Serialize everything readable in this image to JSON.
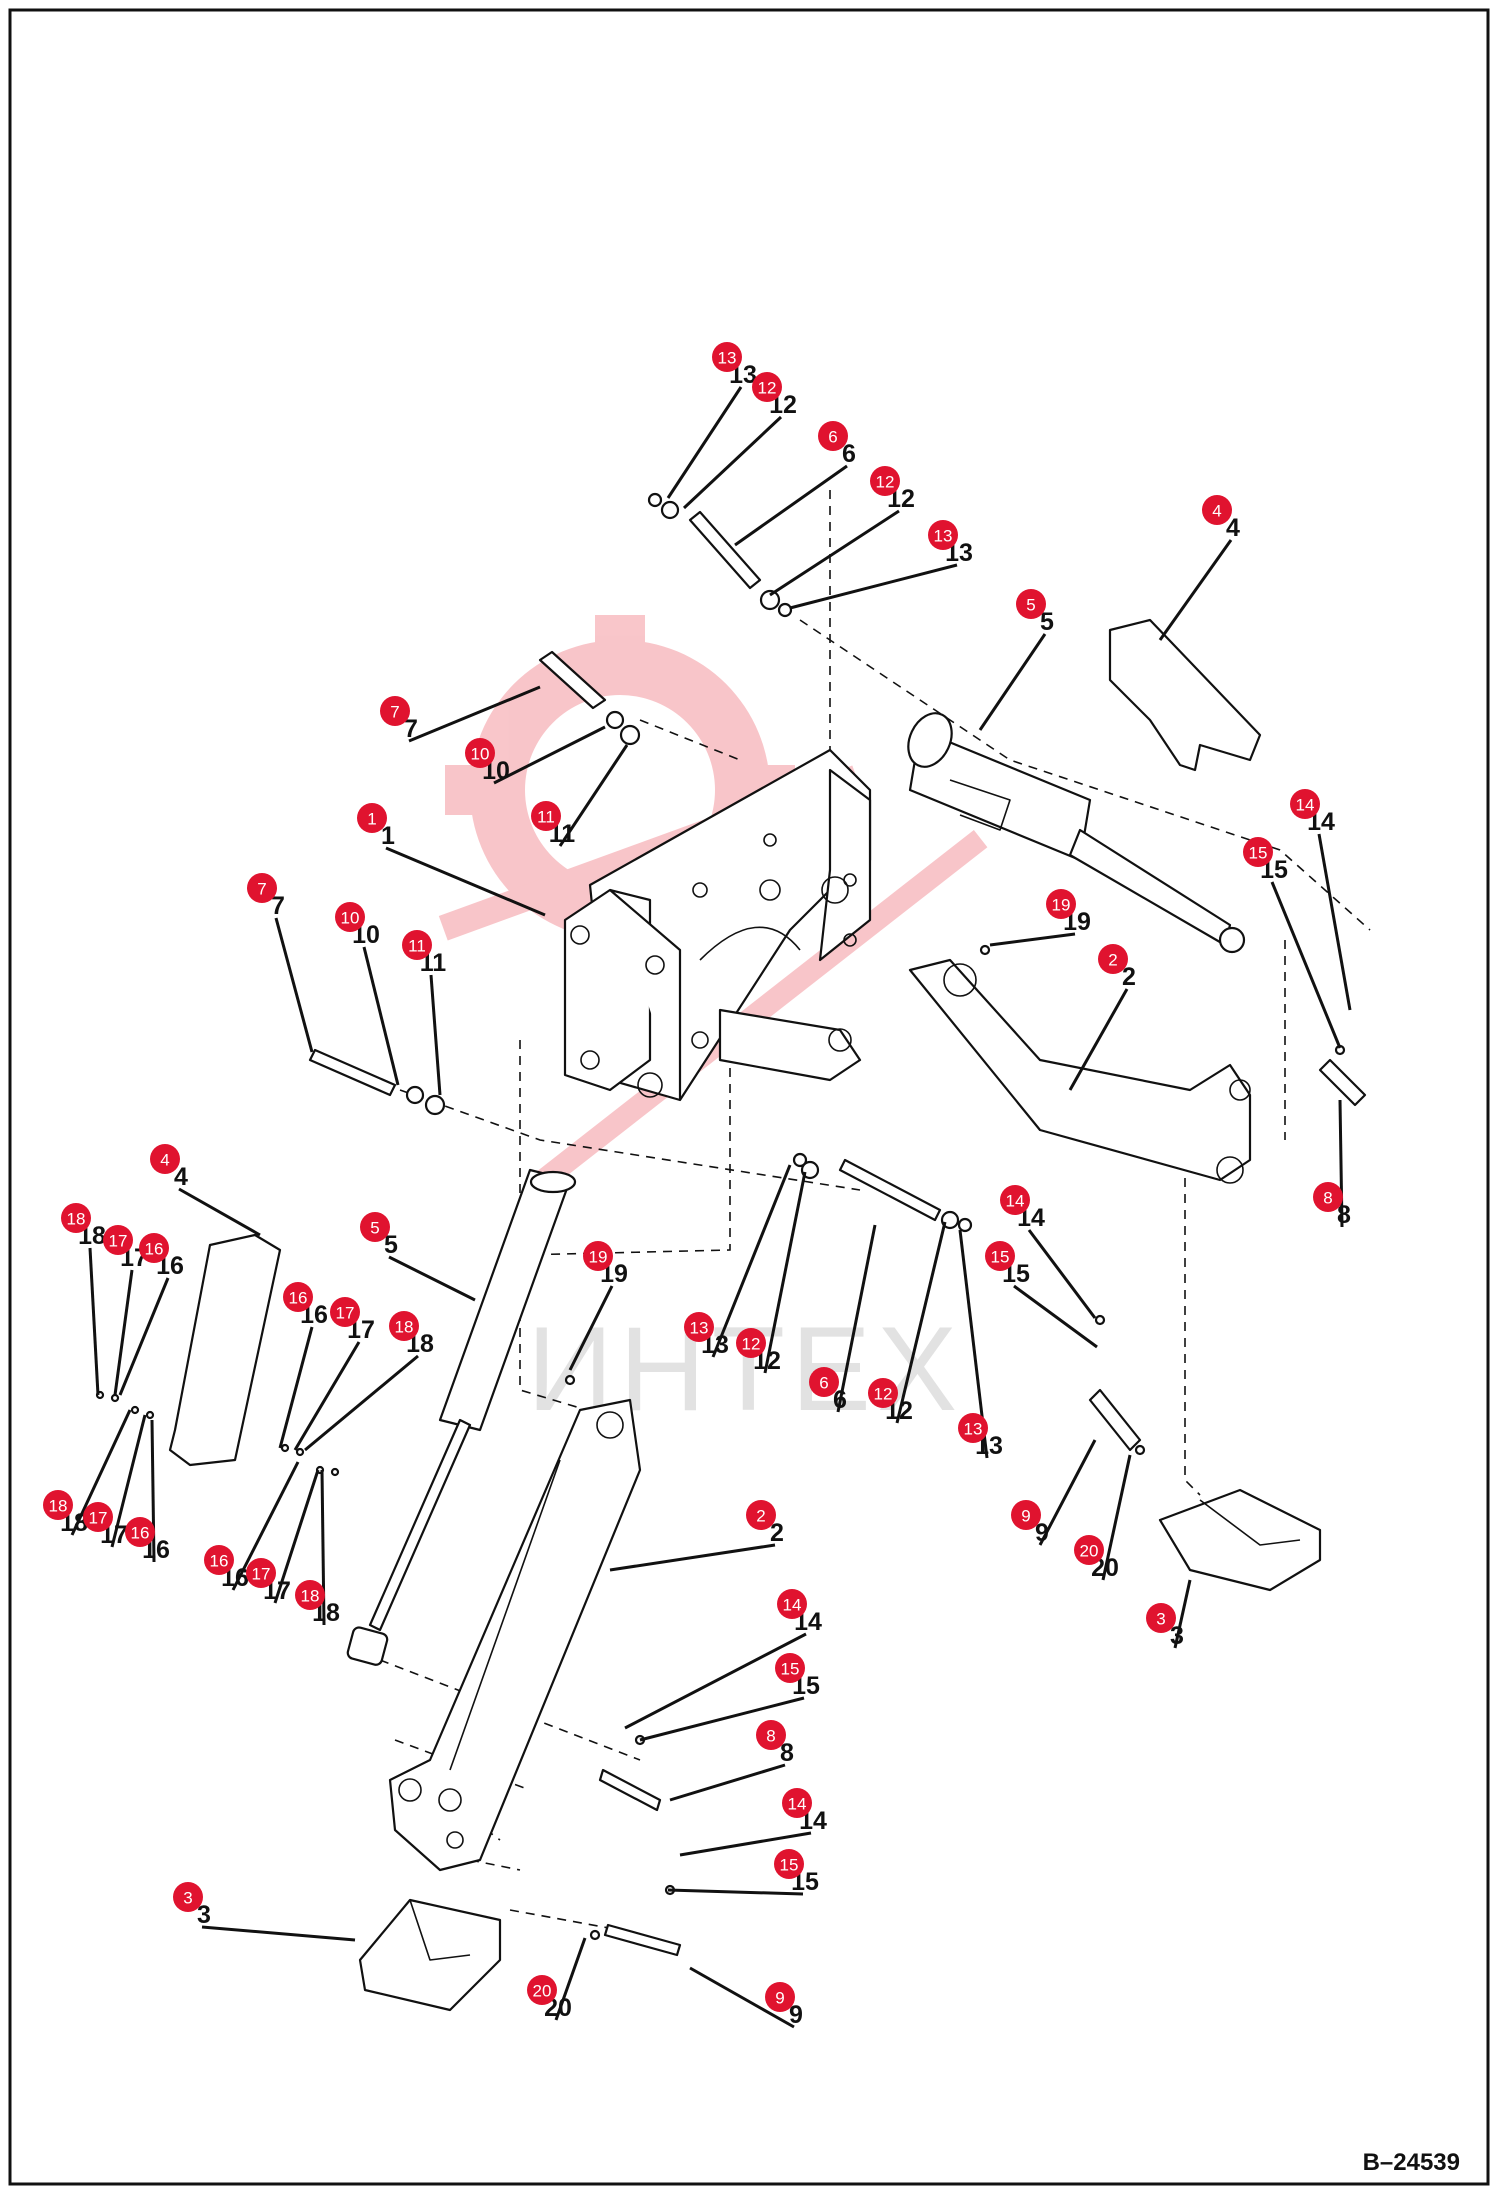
{
  "diagram": {
    "drawing_number": "B–24539",
    "watermark": {
      "text": "ИНТЕХ",
      "color": "#e8323f",
      "icon": "gear-wrench-logo-icon"
    },
    "marker_color": "#e0132f",
    "callouts": [
      {
        "id": "c1",
        "part": "13"
      },
      {
        "id": "c2",
        "part": "12"
      },
      {
        "id": "c3",
        "part": "6"
      },
      {
        "id": "c4",
        "part": "12"
      },
      {
        "id": "c5",
        "part": "13"
      },
      {
        "id": "c6",
        "part": "4"
      },
      {
        "id": "c7",
        "part": "5"
      },
      {
        "id": "c8",
        "part": "7"
      },
      {
        "id": "c9",
        "part": "10"
      },
      {
        "id": "c10",
        "part": "11"
      },
      {
        "id": "c11",
        "part": "1"
      },
      {
        "id": "c12",
        "part": "14"
      },
      {
        "id": "c13",
        "part": "15"
      },
      {
        "id": "c14",
        "part": "7"
      },
      {
        "id": "c15",
        "part": "10"
      },
      {
        "id": "c16",
        "part": "11"
      },
      {
        "id": "c17",
        "part": "19"
      },
      {
        "id": "c18",
        "part": "2"
      },
      {
        "id": "c19",
        "part": "8"
      },
      {
        "id": "c20",
        "part": "4"
      },
      {
        "id": "c21",
        "part": "5"
      },
      {
        "id": "c22",
        "part": "14"
      },
      {
        "id": "c23",
        "part": "15"
      },
      {
        "id": "c24",
        "part": "18"
      },
      {
        "id": "c25",
        "part": "17"
      },
      {
        "id": "c26",
        "part": "16"
      },
      {
        "id": "c27",
        "part": "16"
      },
      {
        "id": "c28",
        "part": "17"
      },
      {
        "id": "c29",
        "part": "18"
      },
      {
        "id": "c30",
        "part": "19"
      },
      {
        "id": "c31",
        "part": "13"
      },
      {
        "id": "c32",
        "part": "12"
      },
      {
        "id": "c33",
        "part": "6"
      },
      {
        "id": "c34",
        "part": "12"
      },
      {
        "id": "c35",
        "part": "13"
      },
      {
        "id": "c36",
        "part": "18"
      },
      {
        "id": "c37",
        "part": "17"
      },
      {
        "id": "c38",
        "part": "16"
      },
      {
        "id": "c39",
        "part": "16"
      },
      {
        "id": "c40",
        "part": "17"
      },
      {
        "id": "c41",
        "part": "18"
      },
      {
        "id": "c42",
        "part": "9"
      },
      {
        "id": "c43",
        "part": "20"
      },
      {
        "id": "c44",
        "part": "3"
      },
      {
        "id": "c45",
        "part": "2"
      },
      {
        "id": "c46",
        "part": "14"
      },
      {
        "id": "c47",
        "part": "15"
      },
      {
        "id": "c48",
        "part": "8"
      },
      {
        "id": "c49",
        "part": "14"
      },
      {
        "id": "c50",
        "part": "15"
      },
      {
        "id": "c51",
        "part": "3"
      },
      {
        "id": "c52",
        "part": "20"
      },
      {
        "id": "c53",
        "part": "9"
      }
    ]
  }
}
